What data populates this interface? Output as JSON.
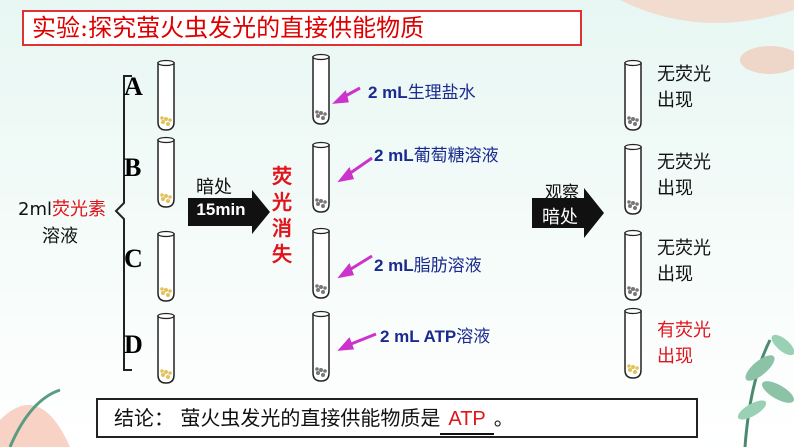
{
  "title": "实验:探究萤火虫发光的直接供能物质",
  "source_label": {
    "prefix": "2ml",
    "highlight": "荧光素",
    "suffix": "溶液"
  },
  "tubes": [
    {
      "letter": "A",
      "reagent_num": "2 mL",
      "reagent_name": "生理盐水",
      "result_line1": "无荧光",
      "result_line2": "出现",
      "result_color": "#111111"
    },
    {
      "letter": "B",
      "reagent_num": "2 mL",
      "reagent_name": "葡萄糖溶液",
      "result_line1": "无荧光",
      "result_line2": "出现",
      "result_color": "#111111"
    },
    {
      "letter": "C",
      "reagent_num": "2 mL",
      "reagent_name": "脂肪溶液",
      "result_line1": "无荧光",
      "result_line2": "出现",
      "result_color": "#111111"
    },
    {
      "letter": "D",
      "reagent_num": "2 mL ATP",
      "reagent_name": "溶液",
      "result_line1": "有荧光",
      "result_line2": "出现",
      "result_color": "#e0141b"
    }
  ],
  "step1": {
    "top": "暗处",
    "arrow": "15min"
  },
  "fade_text": "荧光消失",
  "step2": {
    "top": "观察",
    "arrow": "暗处"
  },
  "conclusion": {
    "prefix": "结论：  萤火虫发光的直接供能物质是",
    "answer": "ATP",
    "suffix": "。"
  },
  "colors": {
    "title_border": "#dd3333",
    "highlight": "#e0141b",
    "reagent_text": "#1a2a8f",
    "pointer": "#cc33cc"
  }
}
